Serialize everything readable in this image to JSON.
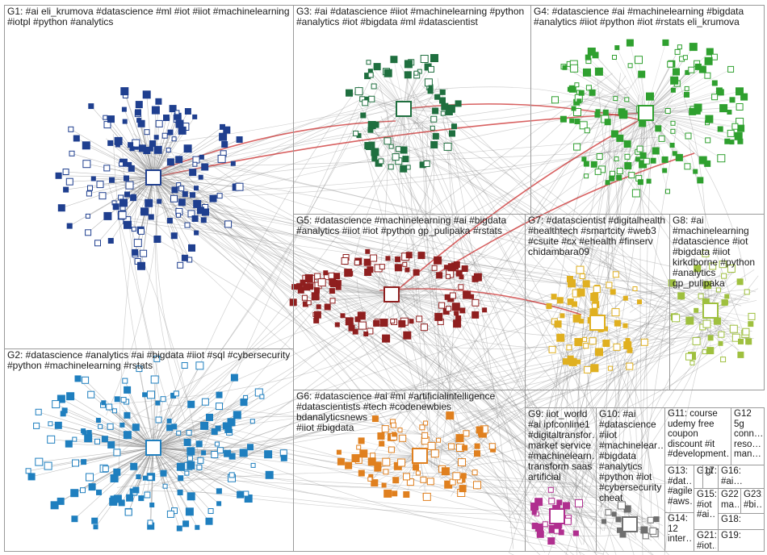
{
  "groups": [
    {
      "id": "G1",
      "label": "G1: #ai eli_krumova #datascience #ml #iot #iiot #machinelearning\n#iotpl #python #analytics",
      "color": "#1f3f8f"
    },
    {
      "id": "G2",
      "label": "G2: #datascience #analytics #ai #bigdata #iiot #sql #cybersecurity\n#python #machinelearning #rstats",
      "color": "#1f7fbf"
    },
    {
      "id": "G3",
      "label": "G3: #ai #datascience #iiot #machinelearning #python\n#analytics #iot #bigdata #ml #datascientist",
      "color": "#1f6f3f"
    },
    {
      "id": "G4",
      "label": "G4: #datascience #ai #machinelearning #bigdata\n#analytics #iiot #python #iot #rstats eli_krumova",
      "color": "#2fa02f"
    },
    {
      "id": "G5",
      "label": "G5: #datascience #machinelearning #ai #bigdata\n#analytics #iiot #iot #python gp_pulipaka #rstats",
      "color": "#8f1f1f"
    },
    {
      "id": "G6",
      "label": "G6: #datascience #ai #ml #artificialintelligence\n#datascientists #tech #codenewbies bdanalyticsnews\n#iiot #bigdata",
      "color": "#e0801f"
    },
    {
      "id": "G7",
      "label": "G7: #datascientist #digitalhealth\n#healthtech #smartcity #web3\n#csuite #cx #ehealth #finserv\nchidambara09",
      "color": "#e0b020"
    },
    {
      "id": "G8",
      "label": "G8: #ai\n#machinelearning\n#datascience #iot\n#bigdata #iiot\nkirkdborne #python\n#analytics\ngp_pulipaka",
      "color": "#9fc03f"
    },
    {
      "id": "G9",
      "label": "G9: iiot_world\n#ai ipfconline1\n#digitaltransfor…\nmarket service\n#machinelearn…\ntransform saas\nartificial",
      "color": "#b02f8f"
    },
    {
      "id": "G10",
      "label": "G10: #ai\n#datascience\n#iiot\n#machinelear…\n#bigdata\n#analytics\n#python #iot\n#cybersecurity\ncheat",
      "color": "#6f6f6f"
    },
    {
      "id": "G11",
      "label": "G11: course\nudemy free\ncoupon\ndiscount #it\n#development…",
      "color": "#6f6f6f"
    },
    {
      "id": "G12",
      "label": "G12\n5g\nconn…\nreso…\nman…",
      "color": "#6f6f6f"
    },
    {
      "id": "G13",
      "label": "G13:\n#dat…\n#agile\n#aws…",
      "color": "#6f6f6f"
    },
    {
      "id": "G14",
      "label": "G14:\n12\ninter…",
      "color": "#6f6f6f"
    },
    {
      "id": "G15",
      "label": "G15:\n#iot\n#ai…",
      "color": "#6f6f6f"
    },
    {
      "id": "G16",
      "label": "G16:\n#ai…",
      "color": "#6f6f6f"
    },
    {
      "id": "G17",
      "label": "G17:",
      "color": "#6f6f6f"
    },
    {
      "id": "G18",
      "label": "G18:",
      "color": "#6f6f6f"
    },
    {
      "id": "G19",
      "label": "G19:",
      "color": "#6f6f6f"
    },
    {
      "id": "G21",
      "label": "G21:\n#iot…",
      "color": "#6f6f6f"
    },
    {
      "id": "G22",
      "label": "G22:\nma…",
      "color": "#6f6f6f"
    },
    {
      "id": "G23",
      "label": "G23:\n#bi…",
      "color": "#6f6f6f"
    },
    {
      "id": "Gs1",
      "label": "gt",
      "color": "#6f6f6f"
    },
    {
      "id": "Gs2",
      "label": "G…",
      "color": "#6f6f6f"
    }
  ]
}
